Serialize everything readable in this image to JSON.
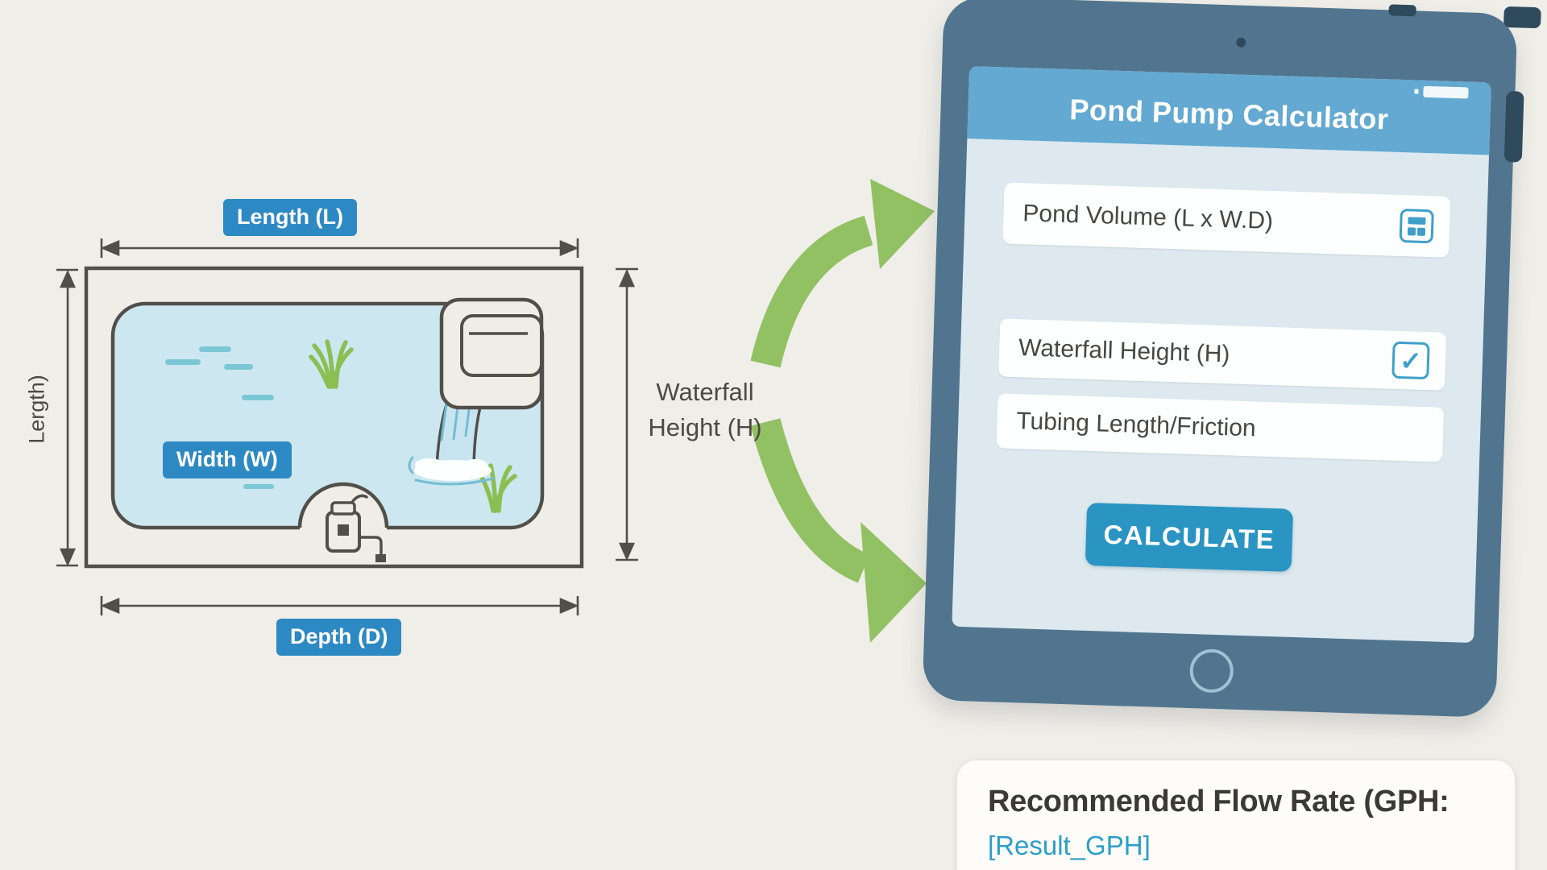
{
  "page": {
    "background_color": "#f0eee8",
    "description_hint": "Pond pump calculator infographic"
  },
  "diagram": {
    "labels": {
      "length": "Length (L)",
      "width": "Width (W)",
      "depth": "Depth (D)",
      "side_vertical": "Lergth)",
      "waterfall_line1": "Waterfall",
      "waterfall_line2": "Height (H)"
    },
    "colors": {
      "label_bg": "#2d89c3",
      "label_text": "#ffffff",
      "water": "#cde7f0",
      "outline": "#514f4a",
      "grass": "#8abf53",
      "ripple": "#7cc7d5"
    }
  },
  "arrows": {
    "top": "curved-arrow-right-up",
    "bottom": "curved-arrow-right-down",
    "color": "#92c163"
  },
  "tablet": {
    "header_title": "Pond Pump Calculator",
    "fields": [
      {
        "label": "Pond Volume (L x W.D)",
        "icon": "calculator-icon"
      },
      {
        "label": "Waterfall Height (H)",
        "icon": "checkbox-checked-icon",
        "checked": true
      },
      {
        "label": "Tubing Length/Friction"
      }
    ],
    "calculate_label": "CALCULATE",
    "colors": {
      "bezel": "#51758e",
      "header": "#63a9d1",
      "screen": "#dde9ee",
      "button": "#2a94c2",
      "accent": "#3f9fca"
    }
  },
  "icons": {
    "checkbox_check": "✓",
    "battery": "battery-icon",
    "camera": "front-camera-dot",
    "home": "home-button"
  },
  "result_card": {
    "title": "Recommended Flow Rate (GPH:",
    "value": "[Result_GPH]",
    "value_color": "#2e9dc9"
  }
}
